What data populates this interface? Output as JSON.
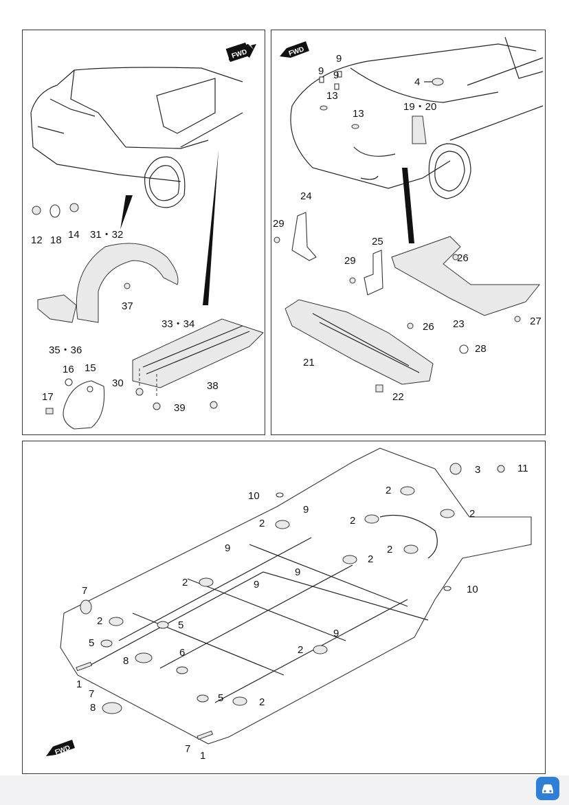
{
  "panel_left": {
    "fwd": "FWD",
    "labels": {
      "l12": "12",
      "l18": "18",
      "l14": "14",
      "l31_32": "31・32",
      "l37": "37",
      "l35_36": "35・36",
      "l16": "16",
      "l15": "15",
      "l17": "17",
      "l33_34": "33・34",
      "l30": "30",
      "l38": "38",
      "l39": "39"
    }
  },
  "panel_right": {
    "fwd": "FWD",
    "labels": {
      "l9a": "9",
      "l9b": "9",
      "l9c": "9",
      "l13a": "13",
      "l13b": "13",
      "l4": "4",
      "l19_20": "19・20",
      "l24": "24",
      "l29a": "29",
      "l25": "25",
      "l29b": "29",
      "l26a": "26",
      "l26b": "26",
      "l23": "23",
      "l27": "27",
      "l28": "28",
      "l21": "21",
      "l22": "22"
    }
  },
  "panel_bottom": {
    "fwd": "FWD",
    "labels": {
      "l3": "3",
      "l11": "11",
      "l10a": "10",
      "l9a": "9",
      "l2a": "2",
      "l2b": "2",
      "l2c": "2",
      "l2d": "2",
      "l2e": "2",
      "l2f": "2",
      "l9b": "9",
      "l9c": "9",
      "l9d": "9",
      "l10b": "10",
      "l7a": "7",
      "l2g": "2",
      "l5a": "5",
      "l5b": "5",
      "l2h": "2",
      "l8a": "8",
      "l6": "6",
      "l9e": "9",
      "l2i": "2",
      "l1a": "1",
      "l7b": "7",
      "l8b": "8",
      "l5c": "5",
      "l2j": "2",
      "l7c": "7",
      "l1b": "1"
    }
  }
}
